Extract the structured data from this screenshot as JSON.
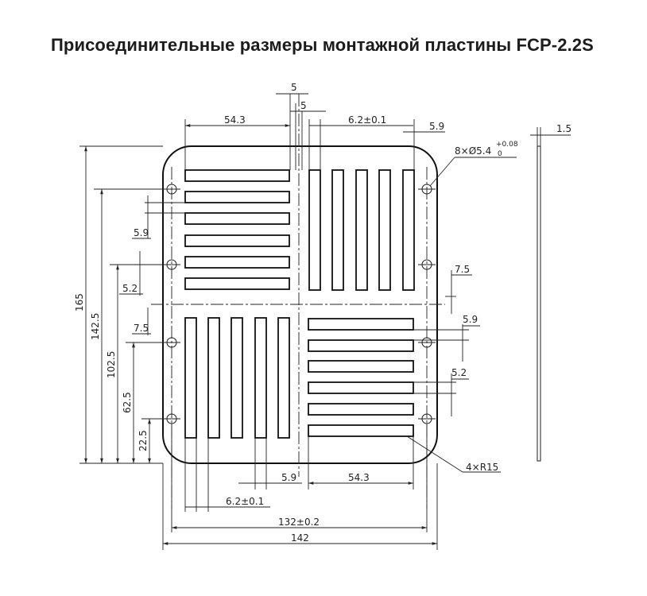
{
  "title": "Присоединительные размеры монтажной пластины FCP-2.2S",
  "dimensions": {
    "d_5_a": "5",
    "d_5_b": "5",
    "d_54_3_top": "54.3",
    "d_6_2_top": "6.2±0.1",
    "d_5_9_top": "5.9",
    "d_1_5": "1.5",
    "d_holes_prefix": "8×Ø5.4",
    "d_holes_tol_upper": "+0.08",
    "d_holes_tol_lower": "0",
    "d_165": "165",
    "d_142_5": "142.5",
    "d_102_5": "102.5",
    "d_62_5": "62.5",
    "d_22_5": "22.5",
    "d_5_9_left": "5.9",
    "d_5_2_left": "5.2",
    "d_7_5_left": "7.5",
    "d_7_5_right": "7.5",
    "d_5_9_right": "5.9",
    "d_5_2_right": "5.2",
    "d_radius": "4×R15",
    "d_5_9_bottom": "5.9",
    "d_54_3_bottom": "54.3",
    "d_6_2_bottom": "6.2±0.1",
    "d_132": "132±0.2",
    "d_142": "142"
  }
}
